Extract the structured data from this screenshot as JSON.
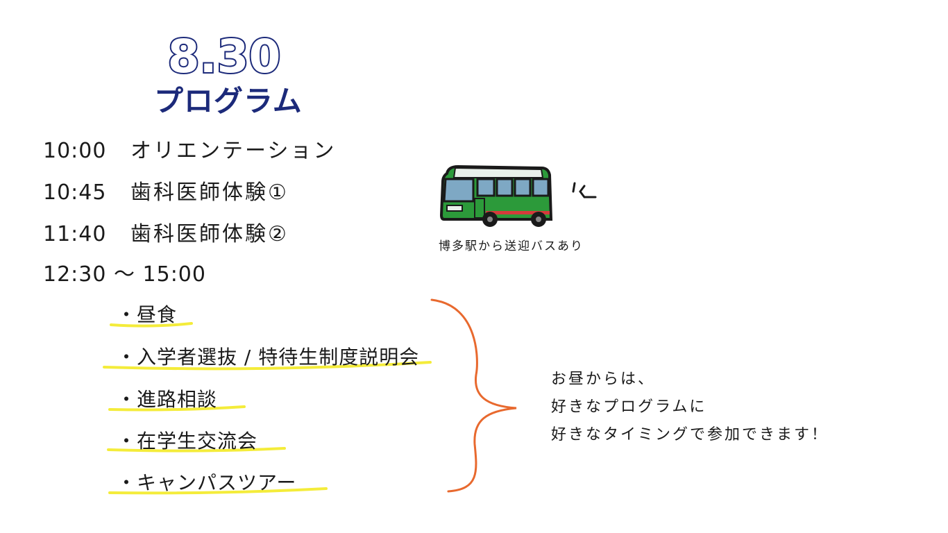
{
  "header": {
    "date": "8.30",
    "title": "プログラム"
  },
  "schedule": [
    {
      "time": "10:00",
      "label": "オリエンテーション"
    },
    {
      "time": "10:45",
      "label": "歯科医師体験①"
    },
    {
      "time": "11:40",
      "label": "歯科医師体験②"
    },
    {
      "time": "12:30 〜 15:00",
      "label": ""
    }
  ],
  "activities": [
    "・昼食",
    "・入学者選抜 / 特待生制度説明会",
    "・進路相談",
    "・在学生交流会",
    "・キャンパスツアー"
  ],
  "bus": {
    "caption": "博多駅から送迎バスあり"
  },
  "note": {
    "lines": [
      "お昼からは、",
      "好きなプログラムに",
      "好きなタイミングで参加できます！"
    ]
  },
  "colors": {
    "title": "#1c2a7a",
    "highlight": "#f4ec3a",
    "brace": "#e8692e",
    "bus_green": "#2c9a3a"
  }
}
